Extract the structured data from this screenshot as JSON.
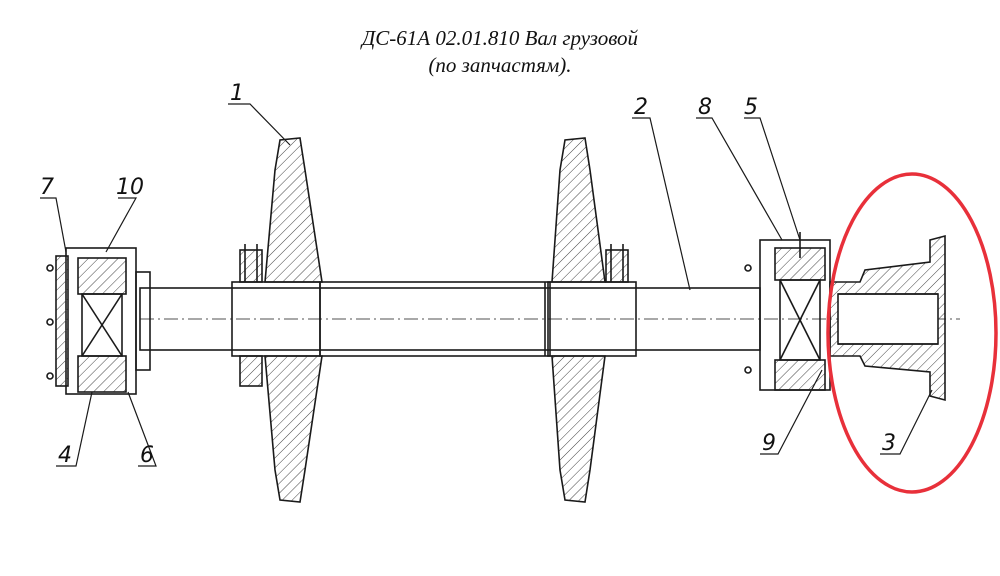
{
  "title": {
    "line1": "ДС-61А 02.01.810 Вал грузовой",
    "line2": "(по запчастям)."
  },
  "callouts": [
    "1",
    "2",
    "3",
    "4",
    "5",
    "6",
    "7",
    "8",
    "9",
    "10"
  ],
  "highlight": {
    "color": "#e8303a",
    "target_callout": "3"
  },
  "colors": {
    "ink": "#1a1a1a",
    "hatch": "#444444"
  }
}
